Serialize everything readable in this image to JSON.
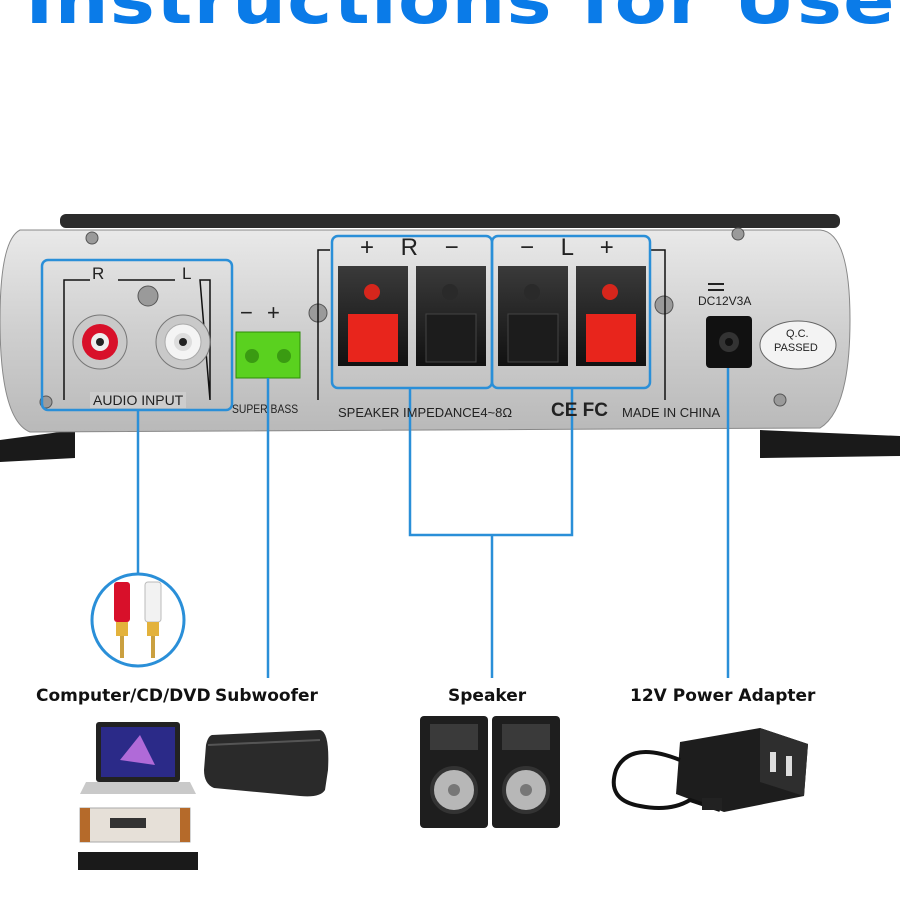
{
  "header": {
    "title": "Instructions for Use"
  },
  "panel": {
    "audio_r": "R",
    "audio_l": "L",
    "audio_input": "AUDIO INPUT",
    "bass_polarity": "− +",
    "super_bass": "SUPER BASS",
    "speaker_right_polarity": "+ R −",
    "speaker_left_polarity": "− L +",
    "speaker_impedance": "SPEAKER IMPEDANCE4~8Ω",
    "certs": "CE FC",
    "made_in": "MADE IN CHINA",
    "dc_rating": "DC12V3A",
    "qc_line1": "Q.C.",
    "qc_line2": "PASSED"
  },
  "devices": {
    "computer_label": "Computer/CD/DVD",
    "subwoofer_label": "Subwoofer",
    "speaker_label": "Speaker",
    "adapter_label": "12V Power Adapter"
  },
  "colors": {
    "accent": "#0a7be8",
    "line": "#2a8fd8"
  }
}
